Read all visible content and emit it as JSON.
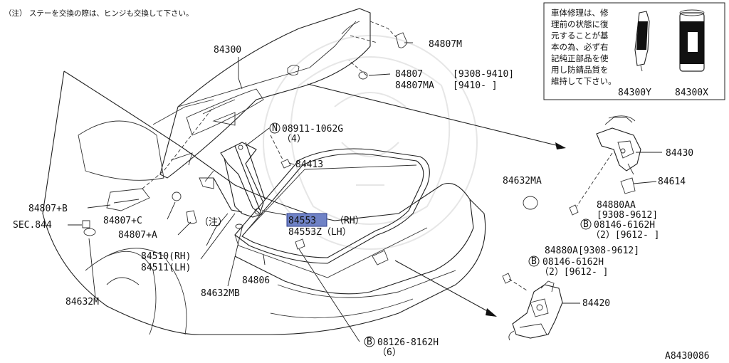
{
  "note_top": "（注） ステーを交換の際は、ヒンジも交換して下さい。",
  "notice_box": {
    "lines": [
      "車体修理は、修",
      "理前の状態に復",
      "元することが基",
      "本の為、必ず右",
      "記純正部品を使",
      "用し防錆品質を",
      "維持して下さい。"
    ],
    "parts": [
      "84300Y",
      "84300X"
    ]
  },
  "labels": {
    "p84300": "84300",
    "p84807M": "84807M",
    "p84807": "84807",
    "p84807_range": "[9308-9410]",
    "p84807MA": "84807MA",
    "p84807MA_range": "[9410-     ]",
    "n08911_sym": "N",
    "n08911": "08911-1062G",
    "n08911_qty": "（4）",
    "p84413": "84413",
    "p84430": "84430",
    "p84632MA": "84632MA",
    "p84614": "84614",
    "p84880AA": "84880AA",
    "p84880AA_range": "[9308-9612]",
    "b08146a_sym": "B",
    "b08146a": "08146-6162H",
    "b08146a_qty": "（2）[9612-     ]",
    "p84807B": "84807+B",
    "p84807C": "84807+C",
    "sec844": "SEC.844",
    "p84807A": "84807+A",
    "note_mark": "（注）",
    "p84553": "84553",
    "p84553_rh": "（RH）",
    "p84553Z": "84553Z（LH）",
    "p84510": "84510(RH)",
    "p84511": "84511(LH)",
    "p84806": "84806",
    "p84632MB": "84632MB",
    "p84632M": "84632M",
    "p84880A": "84880A[9308-9612]",
    "b08146b_sym": "B",
    "b08146b": "08146-6162H",
    "b08146b_qty": "（2）[9612-     ]",
    "p84420": "84420",
    "b08126_sym": "B",
    "b08126": "08126-8162H",
    "b08126_qty": "（6）",
    "diagram_code": "A8430086"
  },
  "colors": {
    "line": "#222222",
    "highlight_fill": "#6f82c6",
    "highlight_stroke": "#2a3a8a"
  }
}
